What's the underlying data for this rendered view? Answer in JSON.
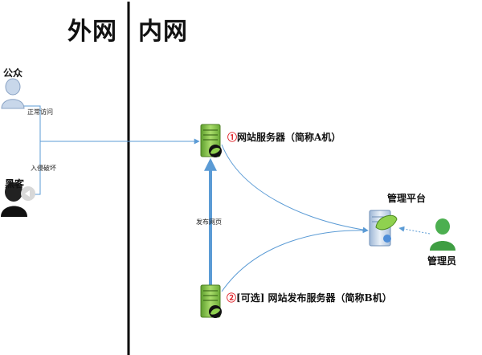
{
  "zones": {
    "outer": "外网",
    "inner": "内网"
  },
  "actors": {
    "public": "公众",
    "hacker": "黑客",
    "admin": "管理员"
  },
  "edges": {
    "normal_access": "正常访问",
    "intrusion": "入侵破坏",
    "publish": "发布网页"
  },
  "nodes": {
    "web_server": {
      "marker": "①",
      "label": "网站服务器（简称A机）"
    },
    "publish_server": {
      "marker": "②",
      "label": "[可选] 网站发布服务器（简称B机）"
    },
    "platform": {
      "label": "管理平台"
    }
  },
  "colors": {
    "divider": "#000000",
    "arrow": "#5b9bd5",
    "server_green": "#7ec94a",
    "person_blue": "#c8d7ea",
    "person_green": "#4caf50",
    "person_dark": "#111111"
  }
}
